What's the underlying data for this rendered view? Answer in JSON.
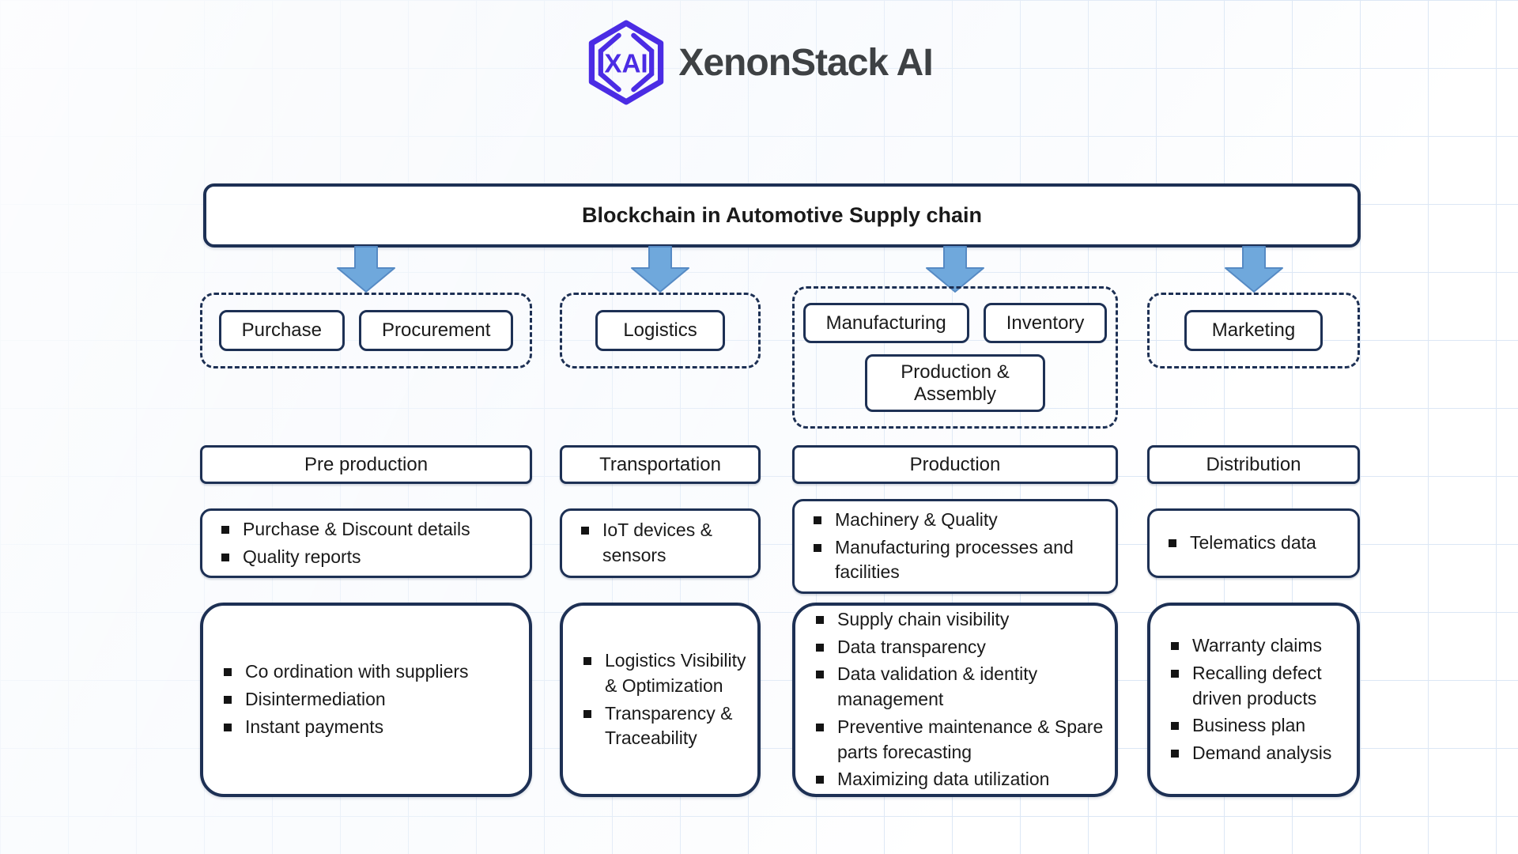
{
  "brand": {
    "name": "XenonStack AI",
    "logo_monogram": "XAI"
  },
  "title": "Blockchain in Automotive Supply chain",
  "colors": {
    "navy": "#1d3054",
    "arrow_fill": "#6fa8dc",
    "arrow_stroke": "#568ac4",
    "brand_purple": "#4b2ce4",
    "brand_text": "#3e4144",
    "text": "#1a1a1a",
    "grid_line": "#dce7f5"
  },
  "columns": [
    {
      "id": "pre-production",
      "stage_tags": [
        "Purchase",
        "Procurement"
      ],
      "phase": "Pre production",
      "data_sources": [
        "Purchase & Discount details",
        "Quality reports"
      ],
      "benefits": [
        "Co ordination with suppliers",
        "Disintermediation",
        "Instant payments"
      ]
    },
    {
      "id": "transportation",
      "stage_tags": [
        "Logistics"
      ],
      "phase": "Transportation",
      "data_sources": [
        "IoT devices & sensors"
      ],
      "benefits": [
        "Logistics Visibility & Optimization",
        "Transparency & Traceability"
      ]
    },
    {
      "id": "production",
      "stage_tags": [
        "Manufacturing",
        "Inventory",
        "Production & Assembly"
      ],
      "phase": "Production",
      "data_sources": [
        "Machinery & Quality",
        "Manufacturing processes and facilities"
      ],
      "benefits": [
        "Supply chain visibility",
        "Data transparency",
        "Data validation & identity management",
        "Preventive maintenance & Spare parts forecasting",
        "Maximizing data utilization"
      ]
    },
    {
      "id": "distribution",
      "stage_tags": [
        "Marketing"
      ],
      "phase": "Distribution",
      "data_sources": [
        "Telematics data"
      ],
      "benefits": [
        "Warranty claims",
        "Recalling defect driven products",
        "Business plan",
        "Demand analysis"
      ]
    }
  ]
}
